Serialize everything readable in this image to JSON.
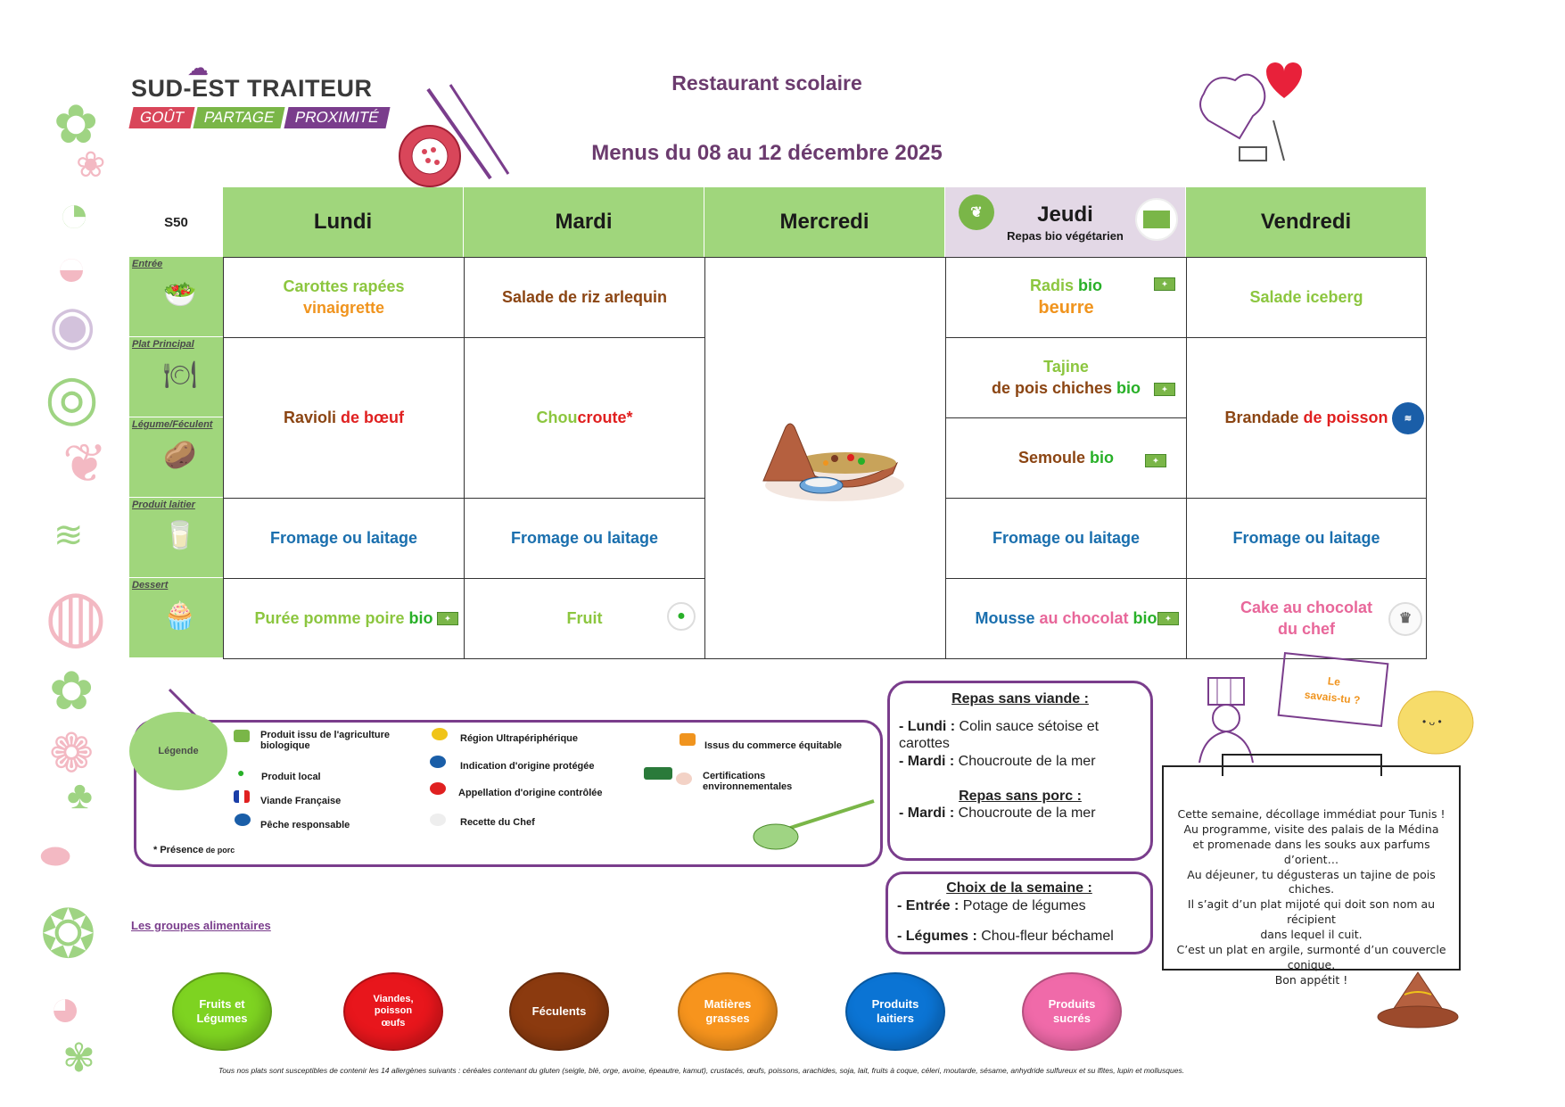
{
  "logo": {
    "name": "SUD-EST TRAITEUR",
    "tags": [
      "GOÛT",
      "PARTAGE",
      "PROXIMITÉ"
    ]
  },
  "header": {
    "title": "Restaurant scolaire",
    "subtitle": "Menus du 08 au 12 décembre 2025"
  },
  "week": "S50",
  "days": {
    "lundi": "Lundi",
    "mardi": "Mardi",
    "mercredi": "Mercredi",
    "jeudi": "Jeudi",
    "jeudi_sub": "Repas bio végétarien",
    "vendredi": "Vendredi"
  },
  "categories": {
    "entree": "Entrée",
    "plat": "Plat Principal",
    "legume": "Légume/Féculent",
    "laitier": "Produit laitier",
    "dessert": "Dessert"
  },
  "menu": {
    "lundi": {
      "entree_a": "Carottes rapées",
      "entree_b": "vinaigrette",
      "plat_a": "Ravioli",
      "plat_b": " de bœuf",
      "laitier": "Fromage ou laitage",
      "dessert_a": "Purée pomme poire",
      "dessert_b": " bio"
    },
    "mardi": {
      "entree": "Salade de riz arlequin",
      "plat_a": "Chou",
      "plat_b": "croute*",
      "laitier": "Fromage ou laitage",
      "dessert": "Fruit"
    },
    "jeudi": {
      "entree_a": "Radis",
      "entree_b": " bio",
      "entree_c": "beurre",
      "plat_a": "Tajine",
      "plat_b": "de pois chiches",
      "plat_c": " bio",
      "legume_a": "Semoule",
      "legume_b": " bio",
      "laitier": "Fromage ou laitage",
      "dessert_a": "Mousse",
      "dessert_b": " au chocolat",
      "dessert_c": " bio"
    },
    "vendredi": {
      "entree": "Salade iceberg",
      "plat_a": "Brandade",
      "plat_b": " de poisson",
      "laitier": "Fromage ou laitage",
      "dessert_a": "Cake au chocolat",
      "dessert_b": "du chef"
    }
  },
  "legend": {
    "title": "Légende",
    "items": [
      "Produit issu de l'agriculture biologique",
      "Produit local",
      "Viande Française",
      "Pêche responsable",
      "Région Ultrapériphérique",
      "Indication d'origine protégée",
      "Appellation d'origine contrôlée",
      "Recette du Chef",
      "Issus du commerce équitable",
      "Certifications environnementales"
    ],
    "pork_note_a": "* Présence",
    "pork_note_b": " de porc"
  },
  "sans_viande": {
    "title": "Repas sans viande :",
    "lundi_label": "- Lundi :",
    "lundi_text": " Colin sauce sétoise et carottes",
    "mardi_label": "- Mardi :",
    "mardi_text": " Choucroute de la mer",
    "porc_title": "Repas sans porc :",
    "porc_label": "- Mardi :",
    "porc_text": " Choucroute de la mer"
  },
  "choix": {
    "title": "Choix de la semaine :",
    "entree_label": "- Entrée :",
    "entree_text": " Potage de légumes",
    "legumes_label": "- Légumes :",
    "legumes_text": " Chou-fleur béchamel"
  },
  "bubble": {
    "line1": "Le",
    "line2": "savais-tu ?"
  },
  "story": {
    "lines": [
      "Cette semaine, décollage immédiat pour Tunis !",
      "Au programme, visite des palais de la Médina",
      "et promenade dans les souks aux parfums d’orient…",
      "Au déjeuner, tu dégusteras un tajine de pois chiches.",
      "Il s’agit d’un plat mijoté qui doit son nom au récipient",
      "dans lequel il cuit.",
      "C’est un plat en argile, surmonté d’un couvercle",
      "conique.",
      "Bon appétit !"
    ]
  },
  "groups": {
    "link": "Les groupes alimentaires",
    "items": [
      {
        "label": "Fruits et Légumes",
        "color": "#7ed321"
      },
      {
        "label": "Viandes, poisson œufs",
        "color": "#e8161c"
      },
      {
        "label": "Féculents",
        "color": "#8b3a0f"
      },
      {
        "label": "Matières grasses",
        "color": "#f7941d"
      },
      {
        "label": "Produits laitiers",
        "color": "#0b74d4"
      },
      {
        "label": "Produits sucrés",
        "color": "#f06aa9"
      }
    ]
  },
  "footnote": "Tous nos plats sont susceptibles de contenir les 14 allergènes suivants : céréales contenant du gluten (seigle, blé, orge, avoine, épeautre, kamut), crustacés, œufs, poissons, arachides, soja, lait, fruits à coque, céleri, moutarde, sésame, anhydride sulfureux et su lfites, lupin et mollusques.",
  "icons": {
    "bio": "bio-leaf-icon",
    "local": "pin-icon",
    "chef": "chef-hat-icon",
    "peche": "fish-icon",
    "vegetarien": "leaf-icon"
  },
  "colors": {
    "accent": "#7a3d8c",
    "header_green": "#a0d67c",
    "jeudi_header": "#e3d8e6"
  }
}
